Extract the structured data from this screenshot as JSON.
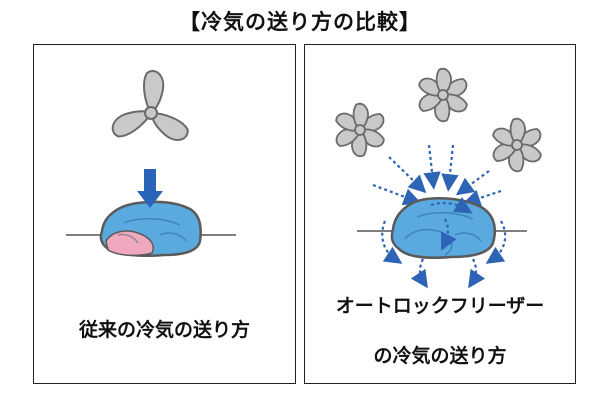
{
  "title": "【冷気の送り方の比較】",
  "panels": {
    "conventional": {
      "caption": "従来の冷気の送り方"
    },
    "auto_lock": {
      "caption_line1": "オートロックフリーザー",
      "caption_line2": "の冷気の送り方"
    }
  },
  "colors": {
    "fan": "#c9c9c9",
    "fan_outline": "#6a6a6a",
    "meat_blue": "#5aa9df",
    "meat_pink": "#f0a8bf",
    "arrow_solid": "#2a64b8",
    "arrow_dotted": "#2e64b5",
    "outline": "#5a5a5a"
  }
}
